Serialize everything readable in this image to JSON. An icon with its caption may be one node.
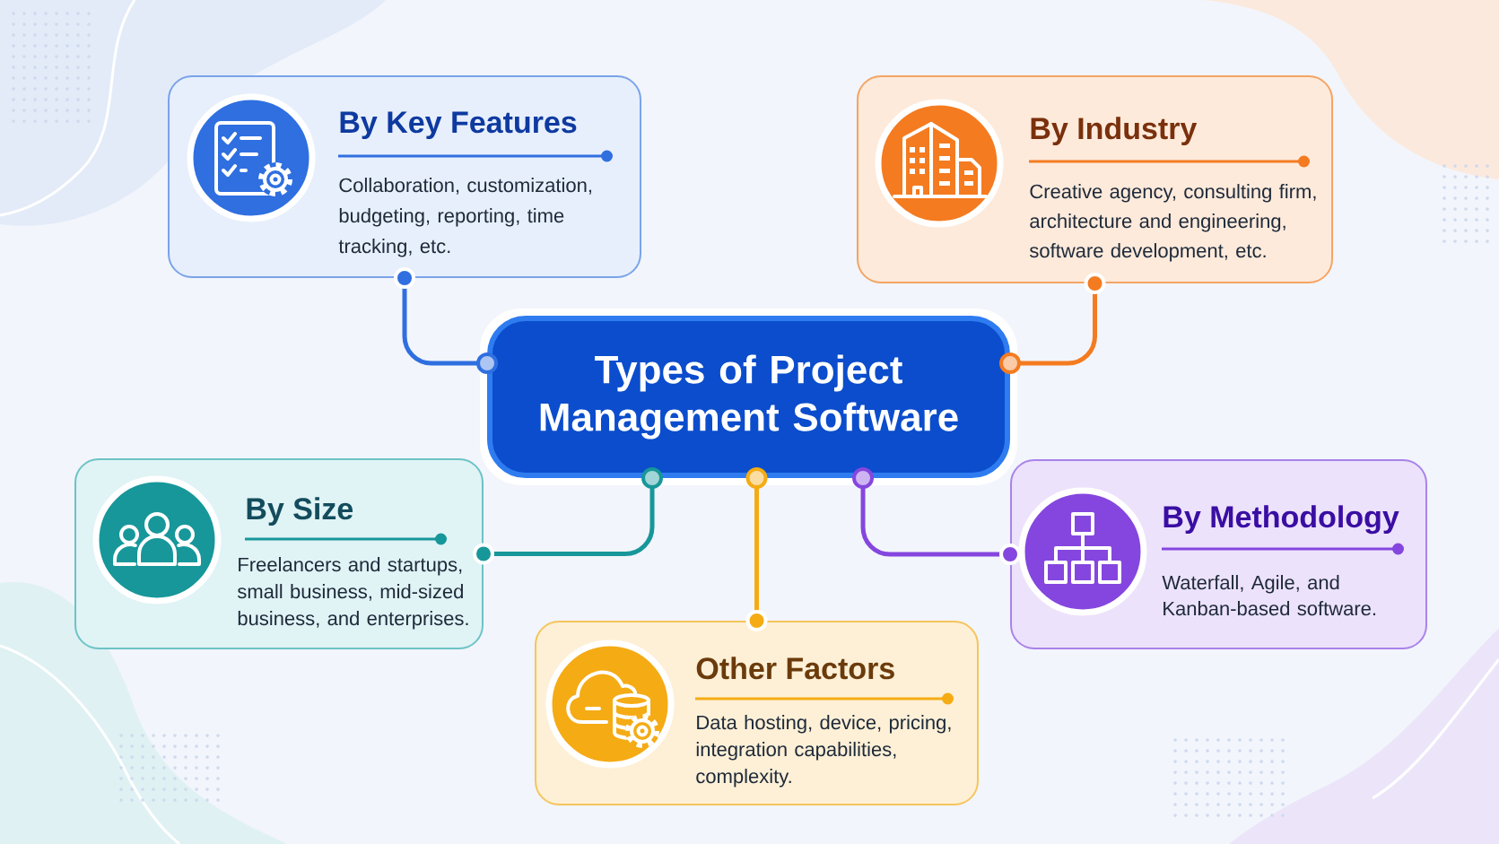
{
  "diagram": {
    "nodes": [
      {
        "text": [
          "Types of Project Management Software"
        ]
      },
      {
        "text": [
          "By Key Features",
          "Collaboration, customization, budgeting, reporting, time tracking, etc."
        ]
      },
      {
        "text": [
          "By Industry",
          "Creative agency, consulting firm, architecture and engineering, software development, etc."
        ]
      },
      {
        "text": [
          "By Size",
          "Freelancers and startups, small business, mid-sized business, and enterprises."
        ]
      },
      {
        "text": [
          "By Methodology",
          "Waterfall, Agile, and Kanban-based software."
        ]
      },
      {
        "text": [
          "Other Factors",
          "Data hosting, device, pricing, integration capabilities, complexity."
        ]
      }
    ],
    "edges": [
      {
        "from": 0,
        "to": 1,
        "arrow": "other",
        "color": "#2f6fe0"
      },
      {
        "from": 0,
        "to": 2,
        "arrow": "other",
        "color": "#f47b20"
      },
      {
        "from": 0,
        "to": 3,
        "arrow": "other",
        "color": "#17979a"
      },
      {
        "from": 0,
        "to": 4,
        "arrow": "other",
        "color": "#8546df"
      },
      {
        "from": 0,
        "to": 5,
        "arrow": "other",
        "color": "#f5ab14"
      }
    ]
  }
}
